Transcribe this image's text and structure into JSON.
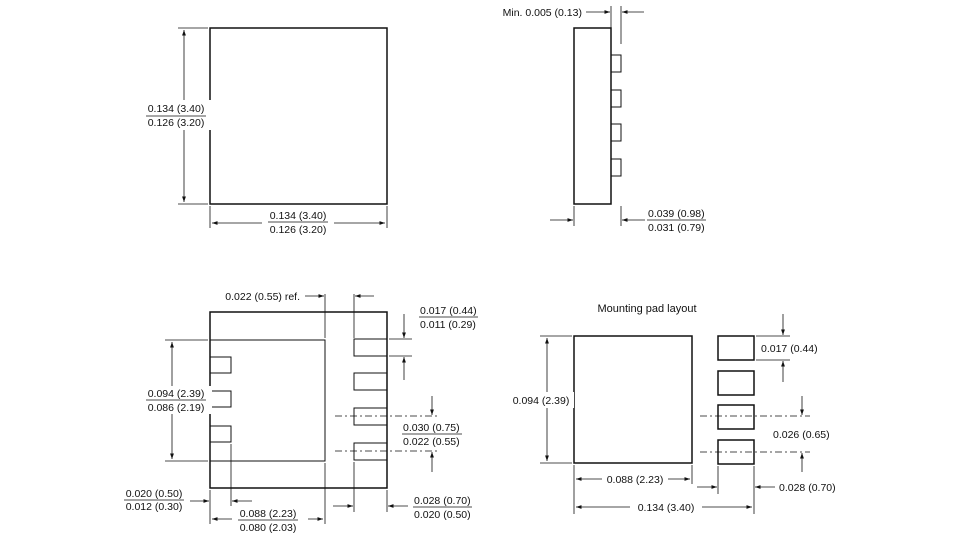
{
  "top_view": {
    "height_max": "0.134 (3.40)",
    "height_min": "0.126 (3.20)",
    "width_max": "0.134 (3.40)",
    "width_min": "0.126 (3.20)"
  },
  "side_view": {
    "standoff": "Min. 0.005 (0.13)",
    "thickness_max": "0.039 (0.98)",
    "thickness_min": "0.031 (0.79)"
  },
  "bottom_view": {
    "ref_offset": "0.022 (0.55) ref.",
    "lead_height_max": "0.017 (0.44)",
    "lead_height_min": "0.011 (0.29)",
    "pad_height_max": "0.094 (2.39)",
    "pad_height_min": "0.086 (2.19)",
    "pitch_max": "0.030 (0.75)",
    "pitch_min": "0.022 (0.55)",
    "edge_lead_max": "0.020 (0.50)",
    "edge_lead_min": "0.012 (0.30)",
    "pad_width_max": "0.088 (2.23)",
    "pad_width_min": "0.080 (2.03)",
    "lead_len_max": "0.028 (0.70)",
    "lead_len_min": "0.020 (0.50)"
  },
  "mounting_pad": {
    "title": "Mounting pad layout",
    "pad_size": "0.017 (0.44)",
    "big_pad_height": "0.094 (2.39)",
    "pitch": "0.026 (0.65)",
    "big_pad_width": "0.088 (2.23)",
    "small_pad_width": "0.028 (0.70)",
    "overall_width": "0.134 (3.40)"
  }
}
